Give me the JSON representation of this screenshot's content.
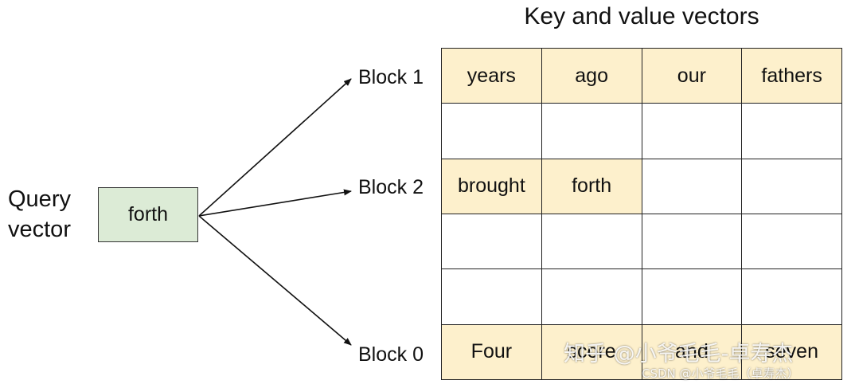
{
  "grid_title": "Key and value vectors",
  "query": {
    "label_line1": "Query",
    "label_line2": "vector",
    "box_text": "forth"
  },
  "blocks": {
    "block1": "Block 1",
    "block2": "Block 2",
    "block0": "Block 0"
  },
  "grid_rows": [
    [
      "years",
      "ago",
      "our",
      "fathers"
    ],
    [
      "",
      "",
      "",
      ""
    ],
    [
      "brought",
      "forth",
      "",
      ""
    ],
    [
      "",
      "",
      "",
      ""
    ],
    [
      "",
      "",
      "",
      ""
    ],
    [
      "Four",
      "score",
      "and",
      "seven"
    ]
  ],
  "filled_rows": [
    0,
    2,
    5
  ],
  "filled_counts": [
    4,
    2,
    4
  ],
  "watermark": {
    "large": "知乎 @小爷毛毛-卓寿杰",
    "small": "CSDN @小爷毛毛（卓寿杰）"
  },
  "colors": {
    "query_fill": "#dcebd6",
    "cell_fill": "#fdf0cc",
    "stroke": "#222222"
  }
}
